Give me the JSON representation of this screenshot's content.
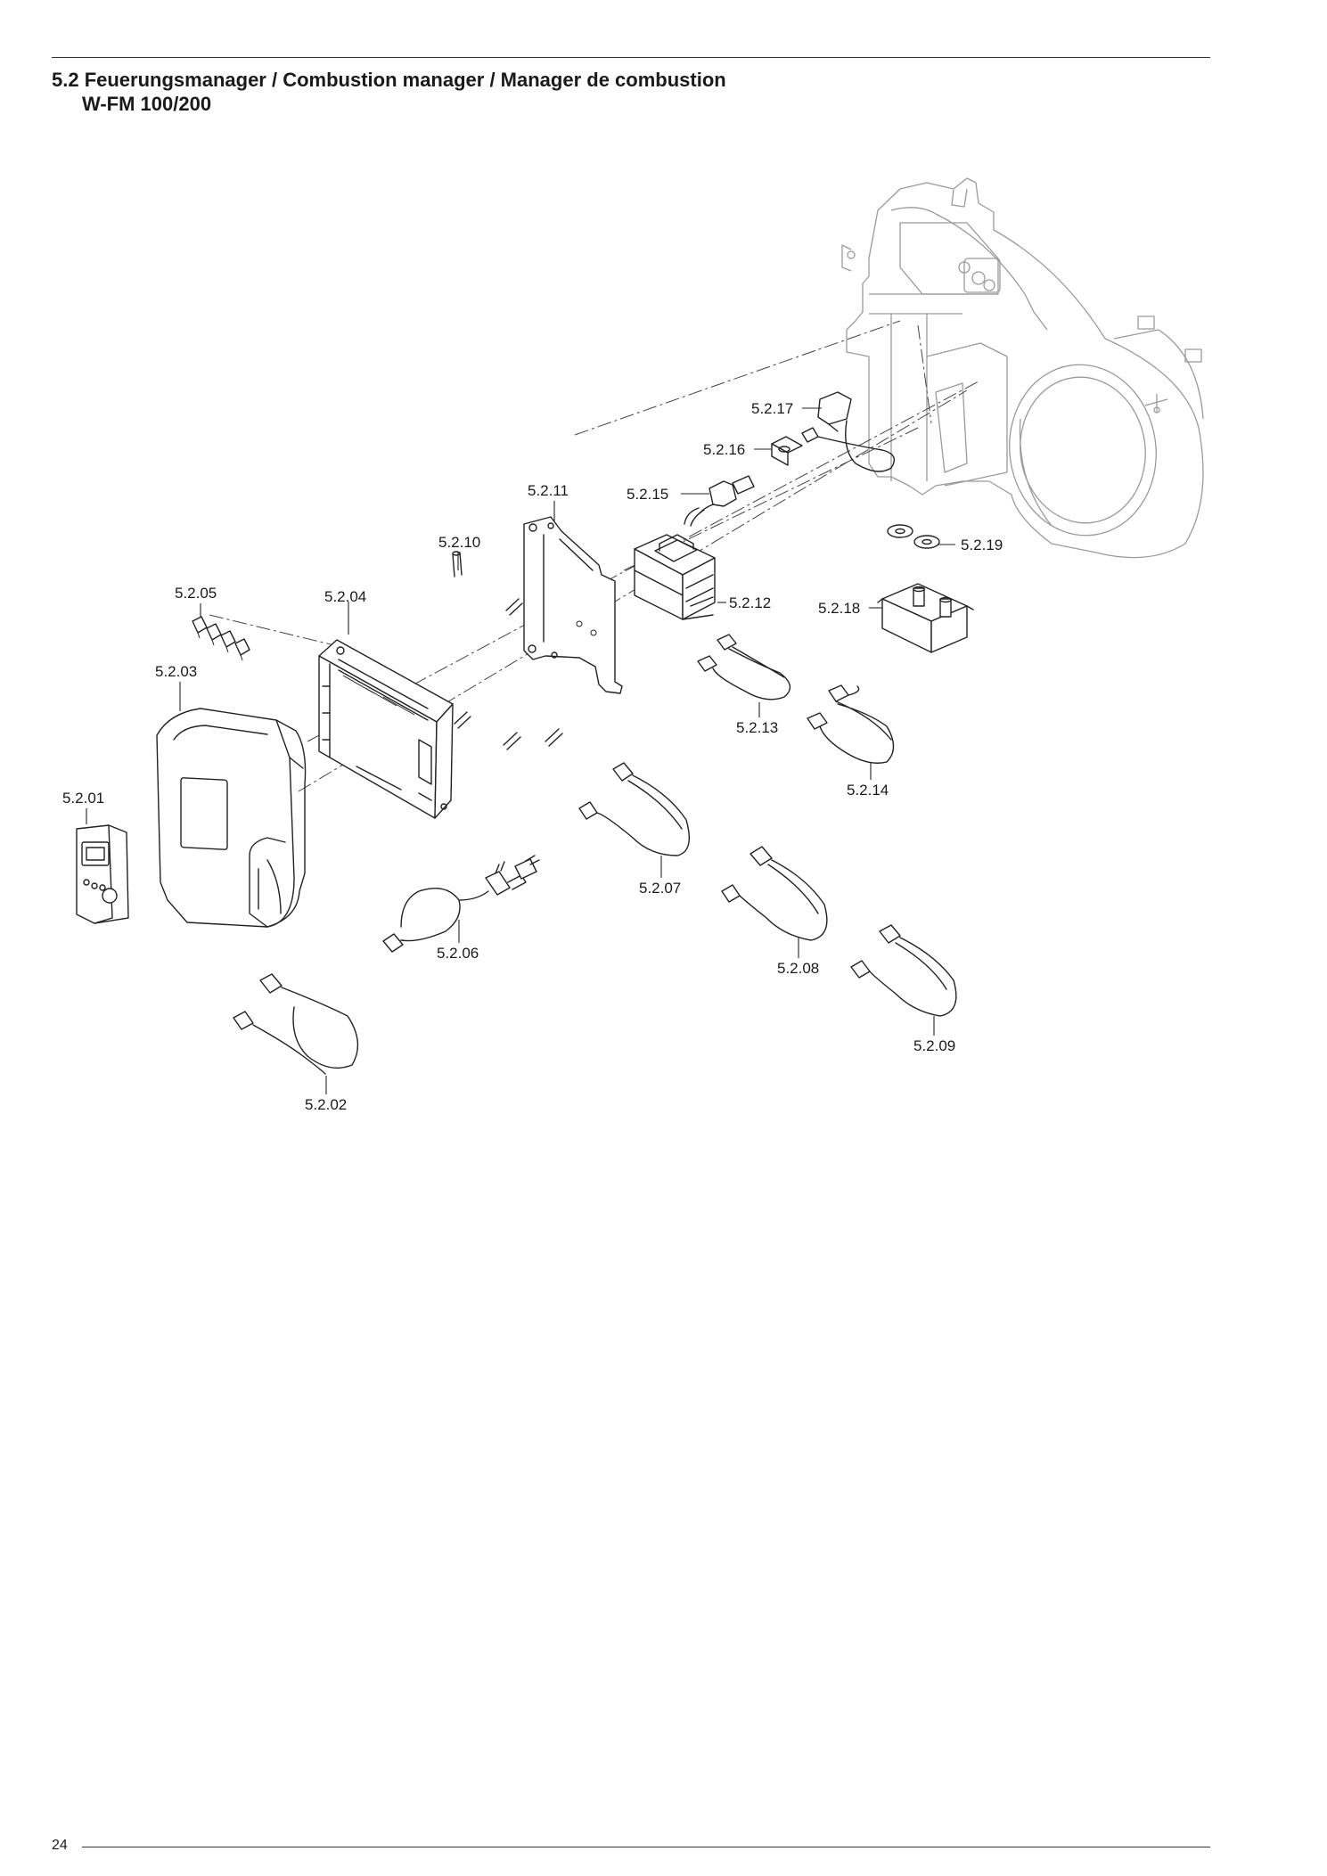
{
  "header": {
    "title_line1": "5.2 Feuerungsmanager / Combustion manager / Manager de combustion",
    "title_line2": "W-FM 100/200"
  },
  "footer": {
    "page_number": "24"
  },
  "parts": {
    "p01": "5.2.01",
    "p02": "5.2.02",
    "p03": "5.2.03",
    "p04": "5.2.04",
    "p05": "5.2.05",
    "p06": "5.2.06",
    "p07": "5.2.07",
    "p08": "5.2.08",
    "p09": "5.2.09",
    "p10": "5.2.10",
    "p11": "5.2.11",
    "p12": "5.2.12",
    "p13": "5.2.13",
    "p14": "5.2.14",
    "p15": "5.2.15",
    "p16": "5.2.16",
    "p17": "5.2.17",
    "p18": "5.2.18",
    "p19": "5.2.19"
  }
}
